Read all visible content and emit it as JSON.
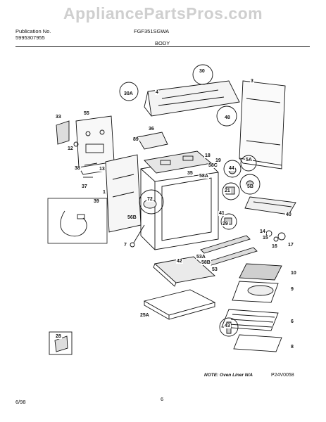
{
  "watermark": "AppliancePartsPros.com",
  "header": {
    "publication_label": "Publication No.",
    "publication_number": "5995307955",
    "model": "FGF351SGWA",
    "section": "BODY"
  },
  "callouts": [
    "1",
    "3",
    "4",
    "5A",
    "5B",
    "6",
    "7",
    "8",
    "9",
    "10",
    "12",
    "13",
    "14",
    "15",
    "16",
    "17",
    "18",
    "19",
    "21",
    "25A",
    "28",
    "29",
    "30",
    "30A",
    "33",
    "35",
    "36",
    "37",
    "38",
    "39",
    "40",
    "41",
    "42",
    "43",
    "44",
    "48",
    "53",
    "53A",
    "58A",
    "58B",
    "58C",
    "55",
    "56B",
    "72",
    "89"
  ],
  "footer": {
    "note": "NOTE: Oven Liner N/A",
    "figure_id": "P24V0058",
    "date": "6/98",
    "page": "6"
  },
  "colors": {
    "line": "#111111",
    "watermark": "#cfcfcf",
    "background": "#ffffff"
  }
}
